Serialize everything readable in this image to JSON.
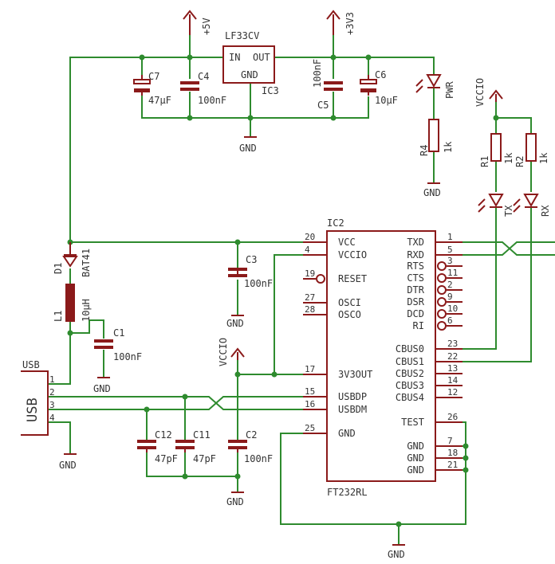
{
  "colors": {
    "wire": "#2e8b2e",
    "part": "#8b1a1a",
    "text": "#333333"
  },
  "supplies": {
    "v5": "+5V",
    "v33": "+3V3",
    "vccio_top": "VCCIO",
    "vccio_mid": "VCCIO"
  },
  "gnd": "GND",
  "regulator": {
    "name": "LF33CV",
    "ref": "IC3",
    "in": "IN",
    "out": "OUT",
    "gnd": "GND"
  },
  "parts": {
    "c7": {
      "ref": "C7",
      "value": "47µF"
    },
    "c4": {
      "ref": "C4",
      "value": "100nF"
    },
    "c5": {
      "ref": "C5",
      "value": "100nF"
    },
    "c6": {
      "ref": "C6",
      "value": "10µF"
    },
    "c3": {
      "ref": "C3",
      "value": "100nF"
    },
    "c1": {
      "ref": "C1",
      "value": "100nF"
    },
    "c12": {
      "ref": "C12",
      "value": "47pF"
    },
    "c11": {
      "ref": "C11",
      "value": "47pF"
    },
    "c2": {
      "ref": "C2",
      "value": "100nF"
    },
    "d1": {
      "ref": "D1",
      "value": "BAT41"
    },
    "l1": {
      "ref": "L1",
      "value": "10µH"
    },
    "r4": {
      "ref": "R4",
      "value": "1k"
    },
    "r1": {
      "ref": "R1",
      "value": "1k"
    },
    "r2": {
      "ref": "R2",
      "value": "1k"
    },
    "led_pwr": "PWR",
    "led_tx": "TX",
    "led_rx": "RX"
  },
  "usb": {
    "title": "USB",
    "label": "USB",
    "pins": [
      "1",
      "2",
      "3",
      "4"
    ]
  },
  "ic2": {
    "ref": "IC2",
    "name": "FT232RL",
    "left_pins": [
      {
        "num": "20",
        "name": "VCC"
      },
      {
        "num": "4",
        "name": "VCCIO"
      },
      {
        "num": "19",
        "name": "RESET"
      },
      {
        "num": "27",
        "name": "OSCI"
      },
      {
        "num": "28",
        "name": "OSCO"
      },
      {
        "num": "17",
        "name": "3V3OUT"
      },
      {
        "num": "15",
        "name": "USBDP"
      },
      {
        "num": "16",
        "name": "USBDM"
      },
      {
        "num": "25",
        "name": "GND"
      }
    ],
    "right_pins": [
      {
        "num": "1",
        "name": "TXD"
      },
      {
        "num": "5",
        "name": "RXD"
      },
      {
        "num": "3",
        "name": "RTS"
      },
      {
        "num": "11",
        "name": "CTS"
      },
      {
        "num": "2",
        "name": "DTR"
      },
      {
        "num": "9",
        "name": "DSR"
      },
      {
        "num": "10",
        "name": "DCD"
      },
      {
        "num": "6",
        "name": "RI"
      },
      {
        "num": "23",
        "name": "CBUS0"
      },
      {
        "num": "22",
        "name": "CBUS1"
      },
      {
        "num": "13",
        "name": "CBUS2"
      },
      {
        "num": "14",
        "name": "CBUS3"
      },
      {
        "num": "12",
        "name": "CBUS4"
      },
      {
        "num": "26",
        "name": "TEST"
      },
      {
        "num": "7",
        "name": "GND"
      },
      {
        "num": "18",
        "name": "GND"
      },
      {
        "num": "21",
        "name": "GND"
      }
    ]
  }
}
